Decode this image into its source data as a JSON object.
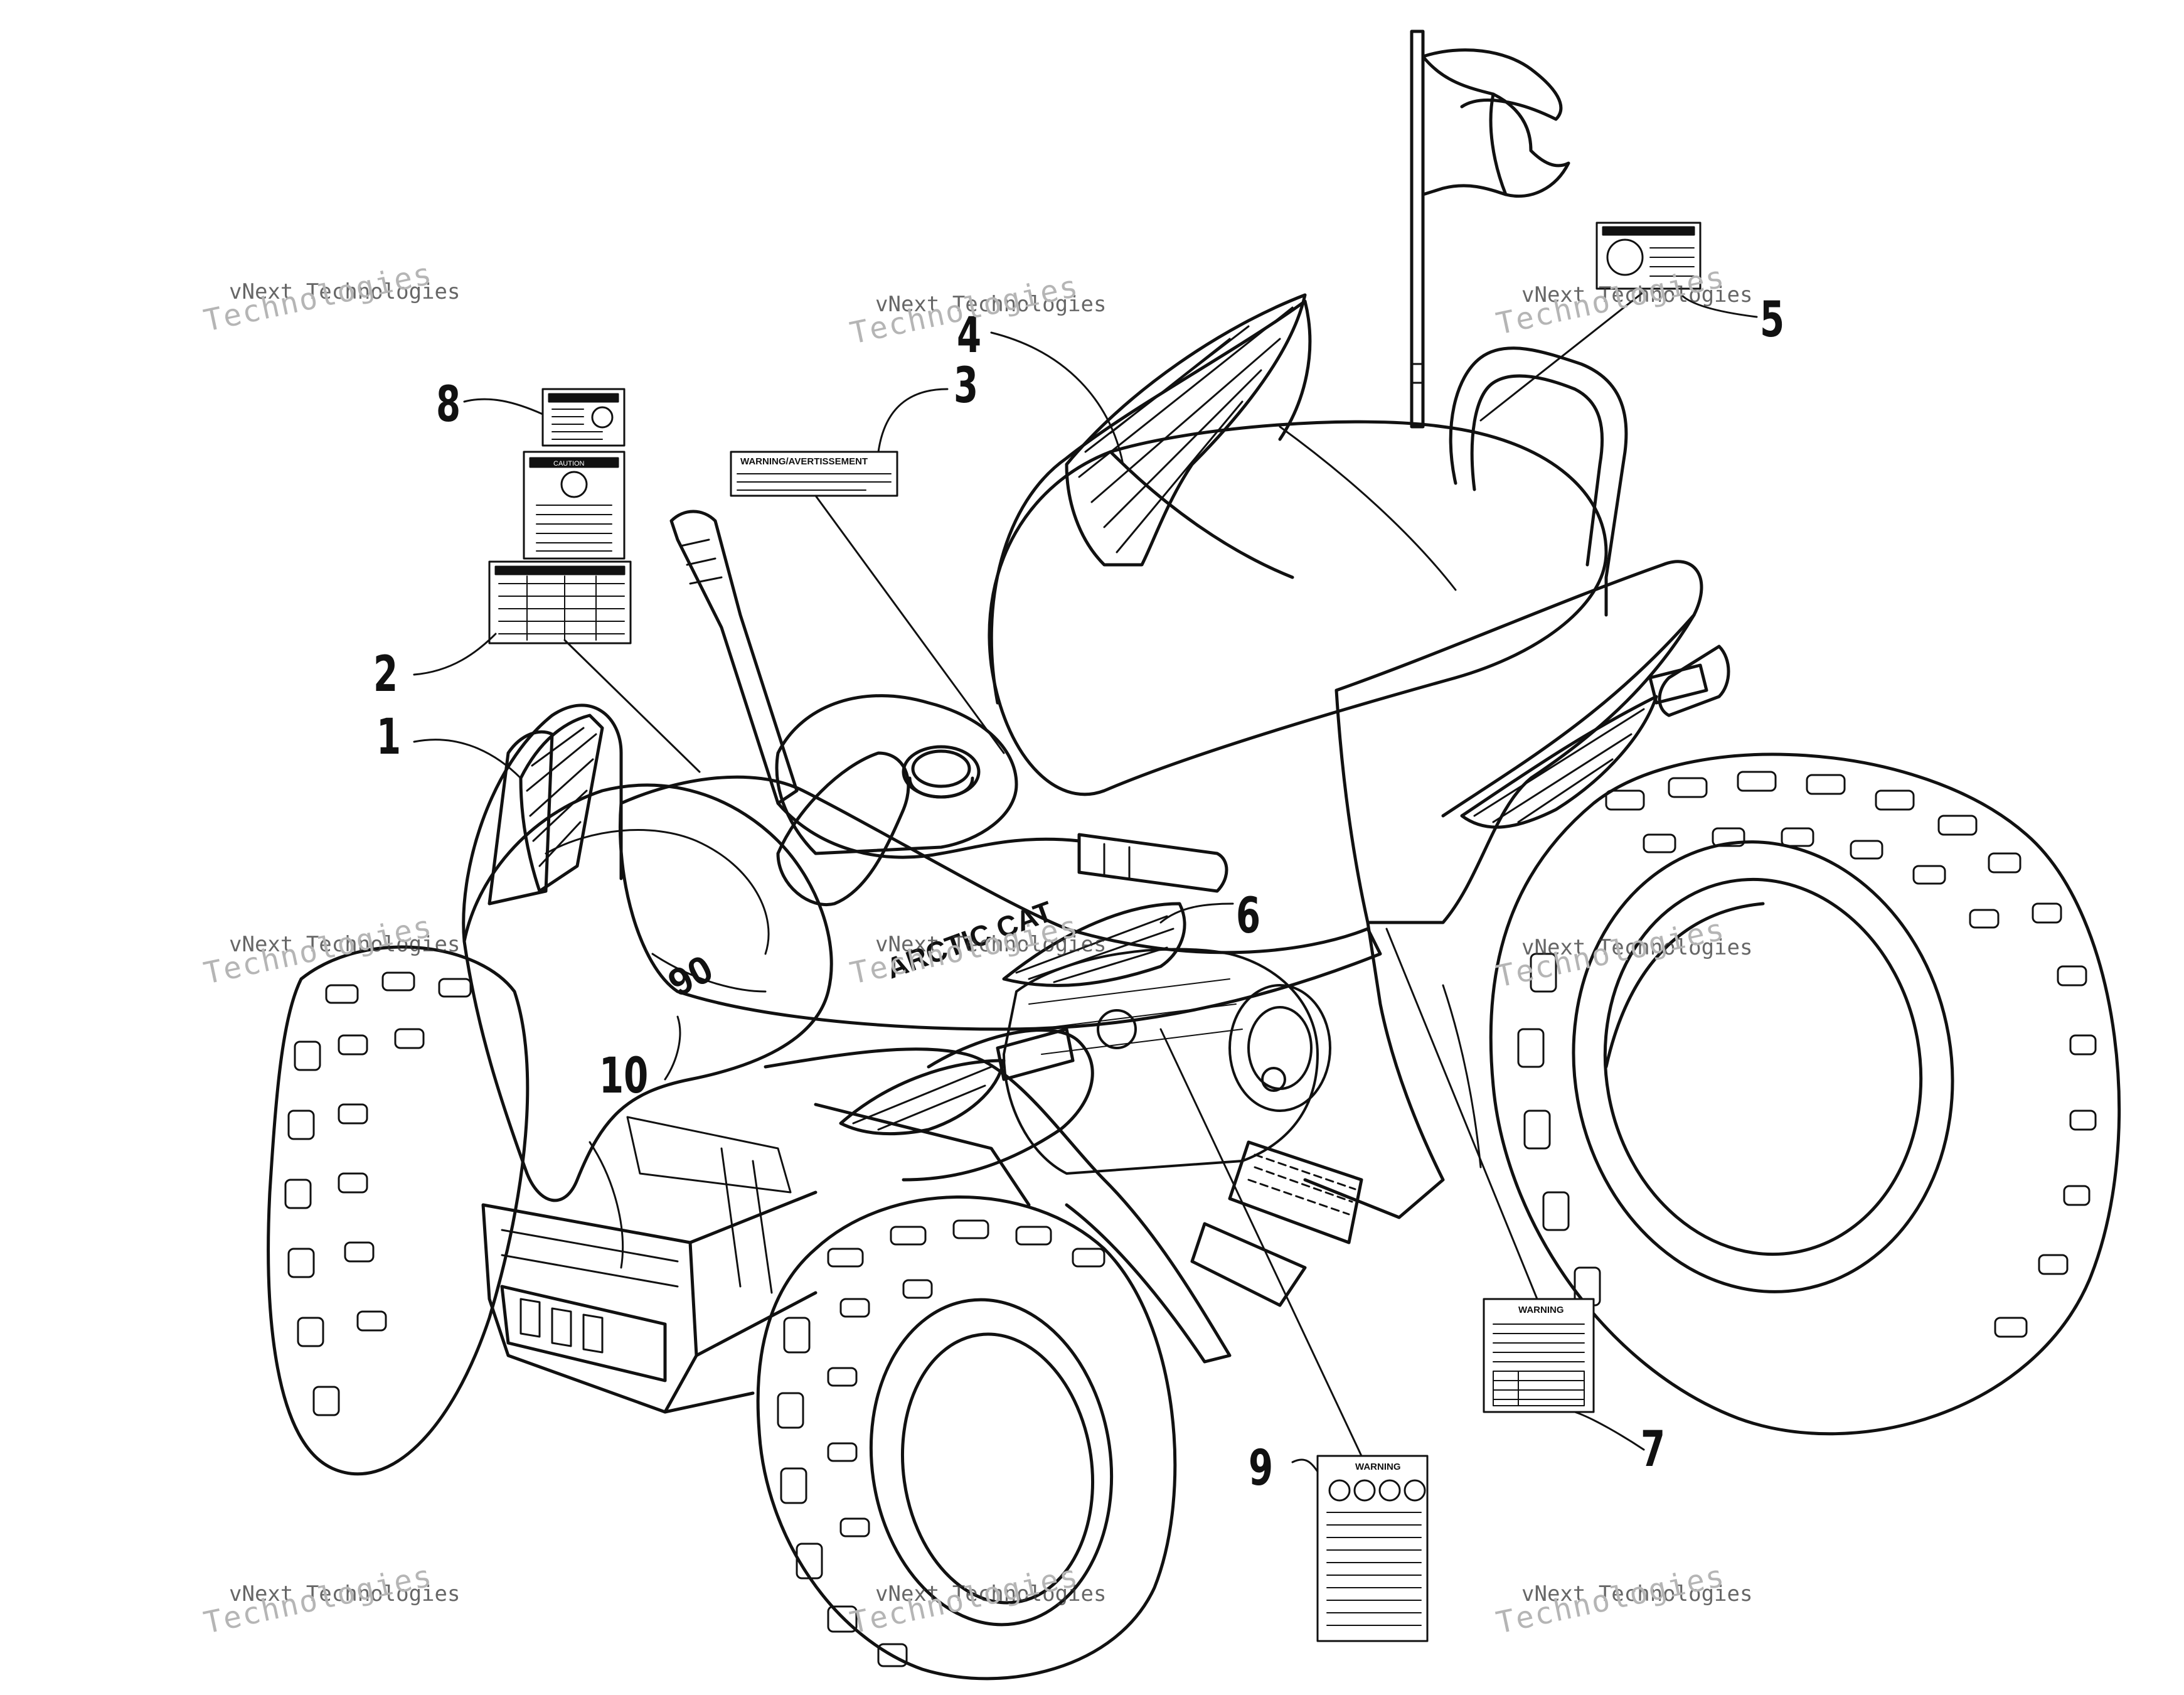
{
  "callouts": [
    "1",
    "2",
    "3",
    "4",
    "5",
    "6",
    "7",
    "8",
    "9",
    "10"
  ],
  "watermark": {
    "line1": "vNext Technologies",
    "line2": "Technologies"
  },
  "decals": {
    "warning_avertissement": "WARNING/AVERTISSEMENT",
    "warning": "WARNING",
    "caution": "CAUTION",
    "model_badge": "90",
    "brand": "ARCTIC CAT"
  },
  "colors": {
    "line": "#111111",
    "watermark": "#9a9a9a",
    "background": "#ffffff"
  }
}
